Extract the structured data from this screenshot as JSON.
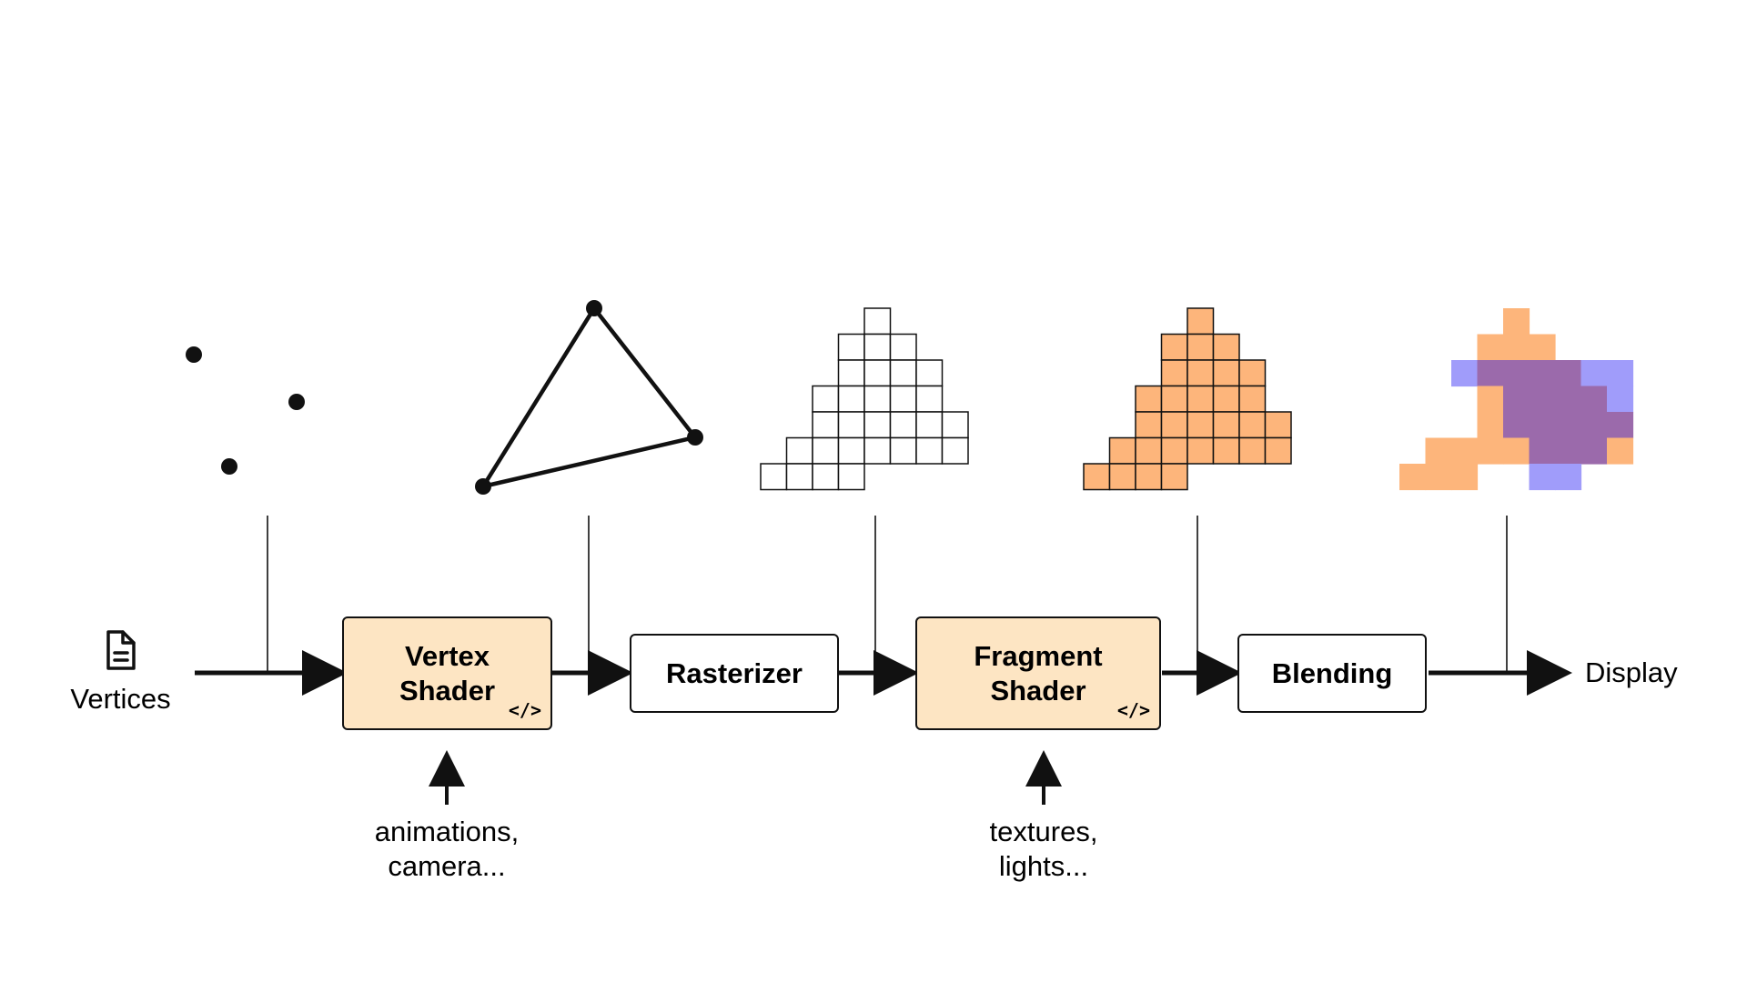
{
  "input": {
    "label": "Vertices",
    "icon": "document-icon"
  },
  "output": {
    "label": "Display"
  },
  "stages": [
    {
      "id": "vertex-shader",
      "label": "Vertex\nShader",
      "type": "shader",
      "icon": "code-icon",
      "icon_glyph": "</>"
    },
    {
      "id": "rasterizer",
      "label": "Rasterizer",
      "type": "fixed"
    },
    {
      "id": "fragment-shader",
      "label": "Fragment\nShader",
      "type": "shader",
      "icon": "code-icon",
      "icon_glyph": "</>"
    },
    {
      "id": "blending",
      "label": "Blending",
      "type": "fixed"
    }
  ],
  "inputs_to_shaders": [
    {
      "target": "vertex-shader",
      "label": "animations,\ncamera..."
    },
    {
      "target": "fragment-shader",
      "label": "textures,\nlights..."
    }
  ],
  "illustrations": [
    {
      "id": "vertices-points",
      "depicts": "three vertex points"
    },
    {
      "id": "triangle",
      "depicts": "triangle connecting vertices"
    },
    {
      "id": "raster-grid",
      "depicts": "rasterized fragment grid"
    },
    {
      "id": "shaded-fragments",
      "depicts": "colored fragments"
    },
    {
      "id": "blended-pixels",
      "depicts": "blended overlapping pixels"
    }
  ],
  "colors": {
    "shader_fill": "#fde5c3",
    "fragment_orange": "#fdb57b",
    "blend_purple": "#9b6aab",
    "blend_blue": "#a09cfa",
    "stroke": "#111111"
  }
}
